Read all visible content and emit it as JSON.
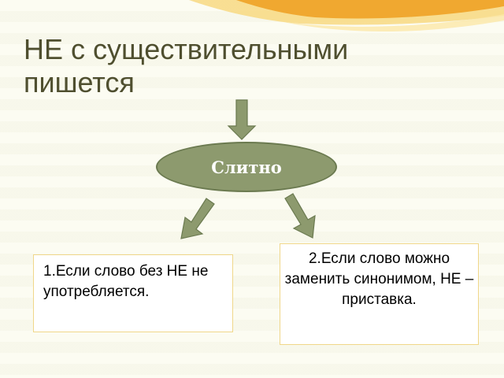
{
  "title": "НЕ с существительными пишется",
  "center_node": {
    "label": "Слитно"
  },
  "rules": [
    {
      "text": "1.Если слово без НЕ не употребляется."
    },
    {
      "text": "2.Если слово можно заменить синонимом, НЕ – приставка."
    }
  ],
  "colors": {
    "title_text": "#4f4f2f",
    "oval_fill": "#8d9a6e",
    "arrow_fill": "#8d9a6e",
    "box_border": "#f0d78a",
    "swoosh_orange": "#f0a830",
    "swoosh_yellow": "#f7d77a"
  },
  "icons": [
    "down-arrow-icon",
    "down-left-arrow-icon",
    "down-right-arrow-icon"
  ]
}
